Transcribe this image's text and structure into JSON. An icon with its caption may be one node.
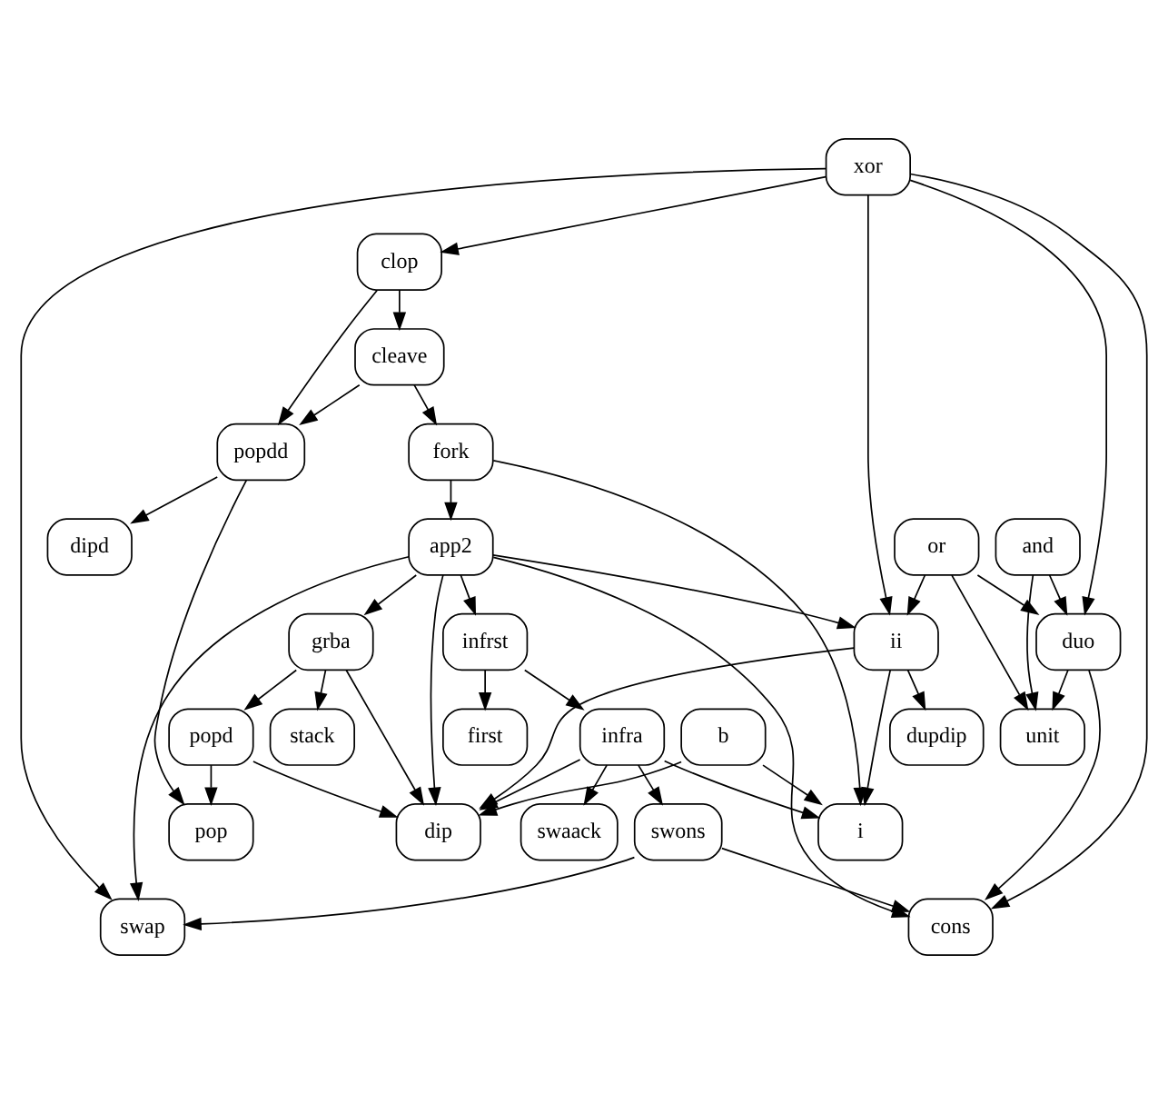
{
  "diagram": {
    "nodes": [
      {
        "text": [
          "xor"
        ]
      },
      {
        "text": [
          "clop"
        ]
      },
      {
        "text": [
          "cleave"
        ]
      },
      {
        "text": [
          "popdd"
        ]
      },
      {
        "text": [
          "fork"
        ]
      },
      {
        "text": [
          "dipd"
        ]
      },
      {
        "text": [
          "app2"
        ]
      },
      {
        "text": [
          "infrst"
        ]
      },
      {
        "text": [
          "grba"
        ]
      },
      {
        "text": [
          "or"
        ]
      },
      {
        "text": [
          "and"
        ]
      },
      {
        "text": [
          "first"
        ]
      },
      {
        "text": [
          "popd"
        ]
      },
      {
        "text": [
          "infra"
        ]
      },
      {
        "text": [
          "stack"
        ]
      },
      {
        "text": [
          "b"
        ]
      },
      {
        "text": [
          "ii"
        ]
      },
      {
        "text": [
          "duo"
        ]
      },
      {
        "text": [
          "pop"
        ]
      },
      {
        "text": [
          "swaack"
        ]
      },
      {
        "text": [
          "swons"
        ]
      },
      {
        "text": [
          "dip"
        ]
      },
      {
        "text": [
          "i"
        ]
      },
      {
        "text": [
          "dupdip"
        ]
      },
      {
        "text": [
          "unit"
        ]
      },
      {
        "text": [
          "swap"
        ]
      },
      {
        "text": [
          "cons"
        ]
      }
    ],
    "edges": [
      {
        "from": 0,
        "to": 1,
        "arrow": "to"
      },
      {
        "from": 0,
        "to": 25,
        "arrow": "to"
      },
      {
        "from": 0,
        "to": 16,
        "arrow": "to"
      },
      {
        "from": 0,
        "to": 17,
        "arrow": "to"
      },
      {
        "from": 0,
        "to": 26,
        "arrow": "to"
      },
      {
        "from": 1,
        "to": 3,
        "arrow": "to"
      },
      {
        "from": 1,
        "to": 2,
        "arrow": "to"
      },
      {
        "from": 2,
        "to": 3,
        "arrow": "to"
      },
      {
        "from": 2,
        "to": 4,
        "arrow": "to"
      },
      {
        "from": 3,
        "to": 5,
        "arrow": "to"
      },
      {
        "from": 3,
        "to": 18,
        "arrow": "to"
      },
      {
        "from": 4,
        "to": 6,
        "arrow": "to"
      },
      {
        "from": 4,
        "to": 22,
        "arrow": "to"
      },
      {
        "from": 6,
        "to": 7,
        "arrow": "to"
      },
      {
        "from": 6,
        "to": 8,
        "arrow": "to"
      },
      {
        "from": 6,
        "to": 25,
        "arrow": "to"
      },
      {
        "from": 6,
        "to": 21,
        "arrow": "to"
      },
      {
        "from": 6,
        "to": 16,
        "arrow": "to"
      },
      {
        "from": 6,
        "to": 26,
        "arrow": "to"
      },
      {
        "from": 7,
        "to": 11,
        "arrow": "to"
      },
      {
        "from": 7,
        "to": 13,
        "arrow": "to"
      },
      {
        "from": 8,
        "to": 12,
        "arrow": "to"
      },
      {
        "from": 8,
        "to": 14,
        "arrow": "to"
      },
      {
        "from": 8,
        "to": 21,
        "arrow": "to"
      },
      {
        "from": 12,
        "to": 18,
        "arrow": "to"
      },
      {
        "from": 12,
        "to": 21,
        "arrow": "to"
      },
      {
        "from": 13,
        "to": 19,
        "arrow": "to"
      },
      {
        "from": 13,
        "to": 20,
        "arrow": "to"
      },
      {
        "from": 13,
        "to": 21,
        "arrow": "to"
      },
      {
        "from": 13,
        "to": 22,
        "arrow": "to"
      },
      {
        "from": 15,
        "to": 21,
        "arrow": "to"
      },
      {
        "from": 15,
        "to": 22,
        "arrow": "to"
      },
      {
        "from": 16,
        "to": 21,
        "arrow": "to"
      },
      {
        "from": 16,
        "to": 22,
        "arrow": "to"
      },
      {
        "from": 16,
        "to": 23,
        "arrow": "to"
      },
      {
        "from": 9,
        "to": 16,
        "arrow": "to"
      },
      {
        "from": 9,
        "to": 17,
        "arrow": "to"
      },
      {
        "from": 9,
        "to": 24,
        "arrow": "to"
      },
      {
        "from": 10,
        "to": 17,
        "arrow": "to"
      },
      {
        "from": 10,
        "to": 24,
        "arrow": "to"
      },
      {
        "from": 17,
        "to": 24,
        "arrow": "to"
      },
      {
        "from": 17,
        "to": 26,
        "arrow": "to"
      },
      {
        "from": 20,
        "to": 25,
        "arrow": "to"
      },
      {
        "from": 20,
        "to": 26,
        "arrow": "to"
      }
    ]
  }
}
